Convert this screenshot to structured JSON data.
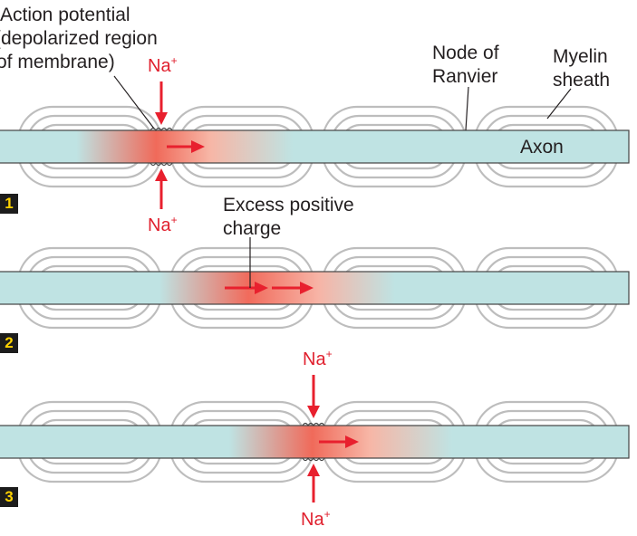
{
  "labels": {
    "action_potential_line1": "Action potential",
    "action_potential_line2": "(depolarized region",
    "action_potential_line3": "of membrane)",
    "node_line1": "Node of",
    "node_line2": "Ranvier",
    "myelin_line1": "Myelin",
    "myelin_line2": "sheath",
    "axon": "Axon",
    "excess_line1": "Excess positive",
    "excess_line2": "charge"
  },
  "ion": {
    "symbol": "Na",
    "charge": "+"
  },
  "steps": [
    "1",
    "2",
    "3"
  ],
  "colors": {
    "axon": "#bfe3e3",
    "depolarized": "#f07060",
    "arrow": "#e8202e",
    "myelin": "#bdbdbd",
    "step_badge_bg": "#1c1c1c",
    "step_badge_text": "#ffd200"
  }
}
